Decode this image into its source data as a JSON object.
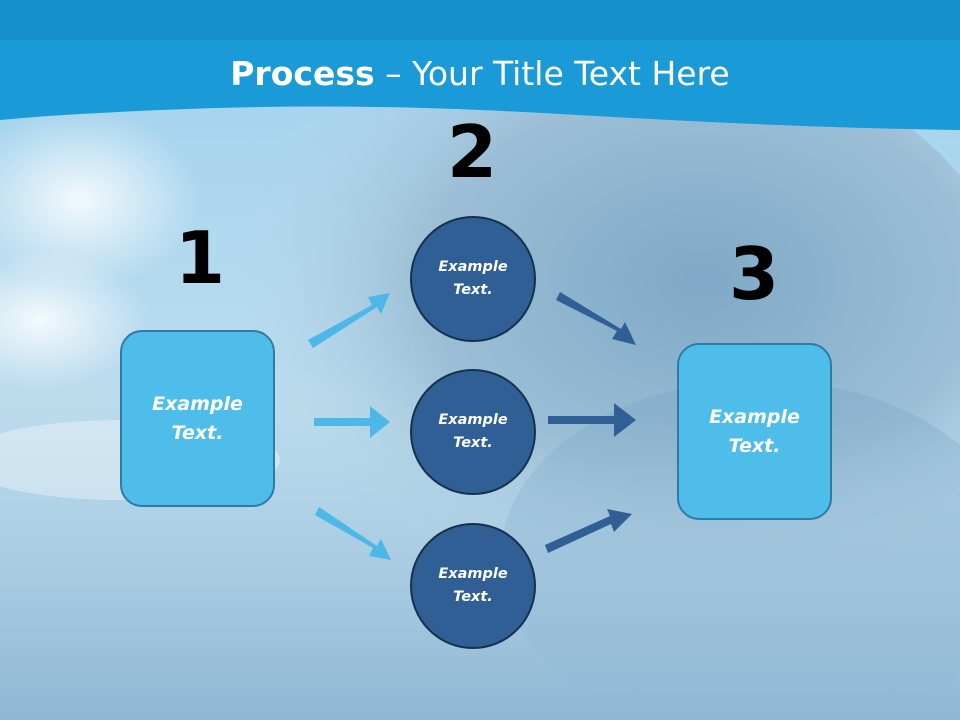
{
  "slide": {
    "title_bold": "Process",
    "title_rest": " – Your Title Text Here",
    "steps": [
      {
        "number": "1"
      },
      {
        "number": "2"
      },
      {
        "number": "3"
      }
    ],
    "boxes": {
      "left": "Example Text.",
      "right": "Example Text."
    },
    "circles": [
      {
        "text": "Example Text."
      },
      {
        "text": "Example Text."
      },
      {
        "text": "Example Text."
      }
    ]
  },
  "colors": {
    "header_blue": "#1a9ad6",
    "box_fill": "#4fbde9",
    "circle_fill": "#2f5f95",
    "arrow_light": "#4db8e8",
    "arrow_dark": "#2f5f95"
  }
}
